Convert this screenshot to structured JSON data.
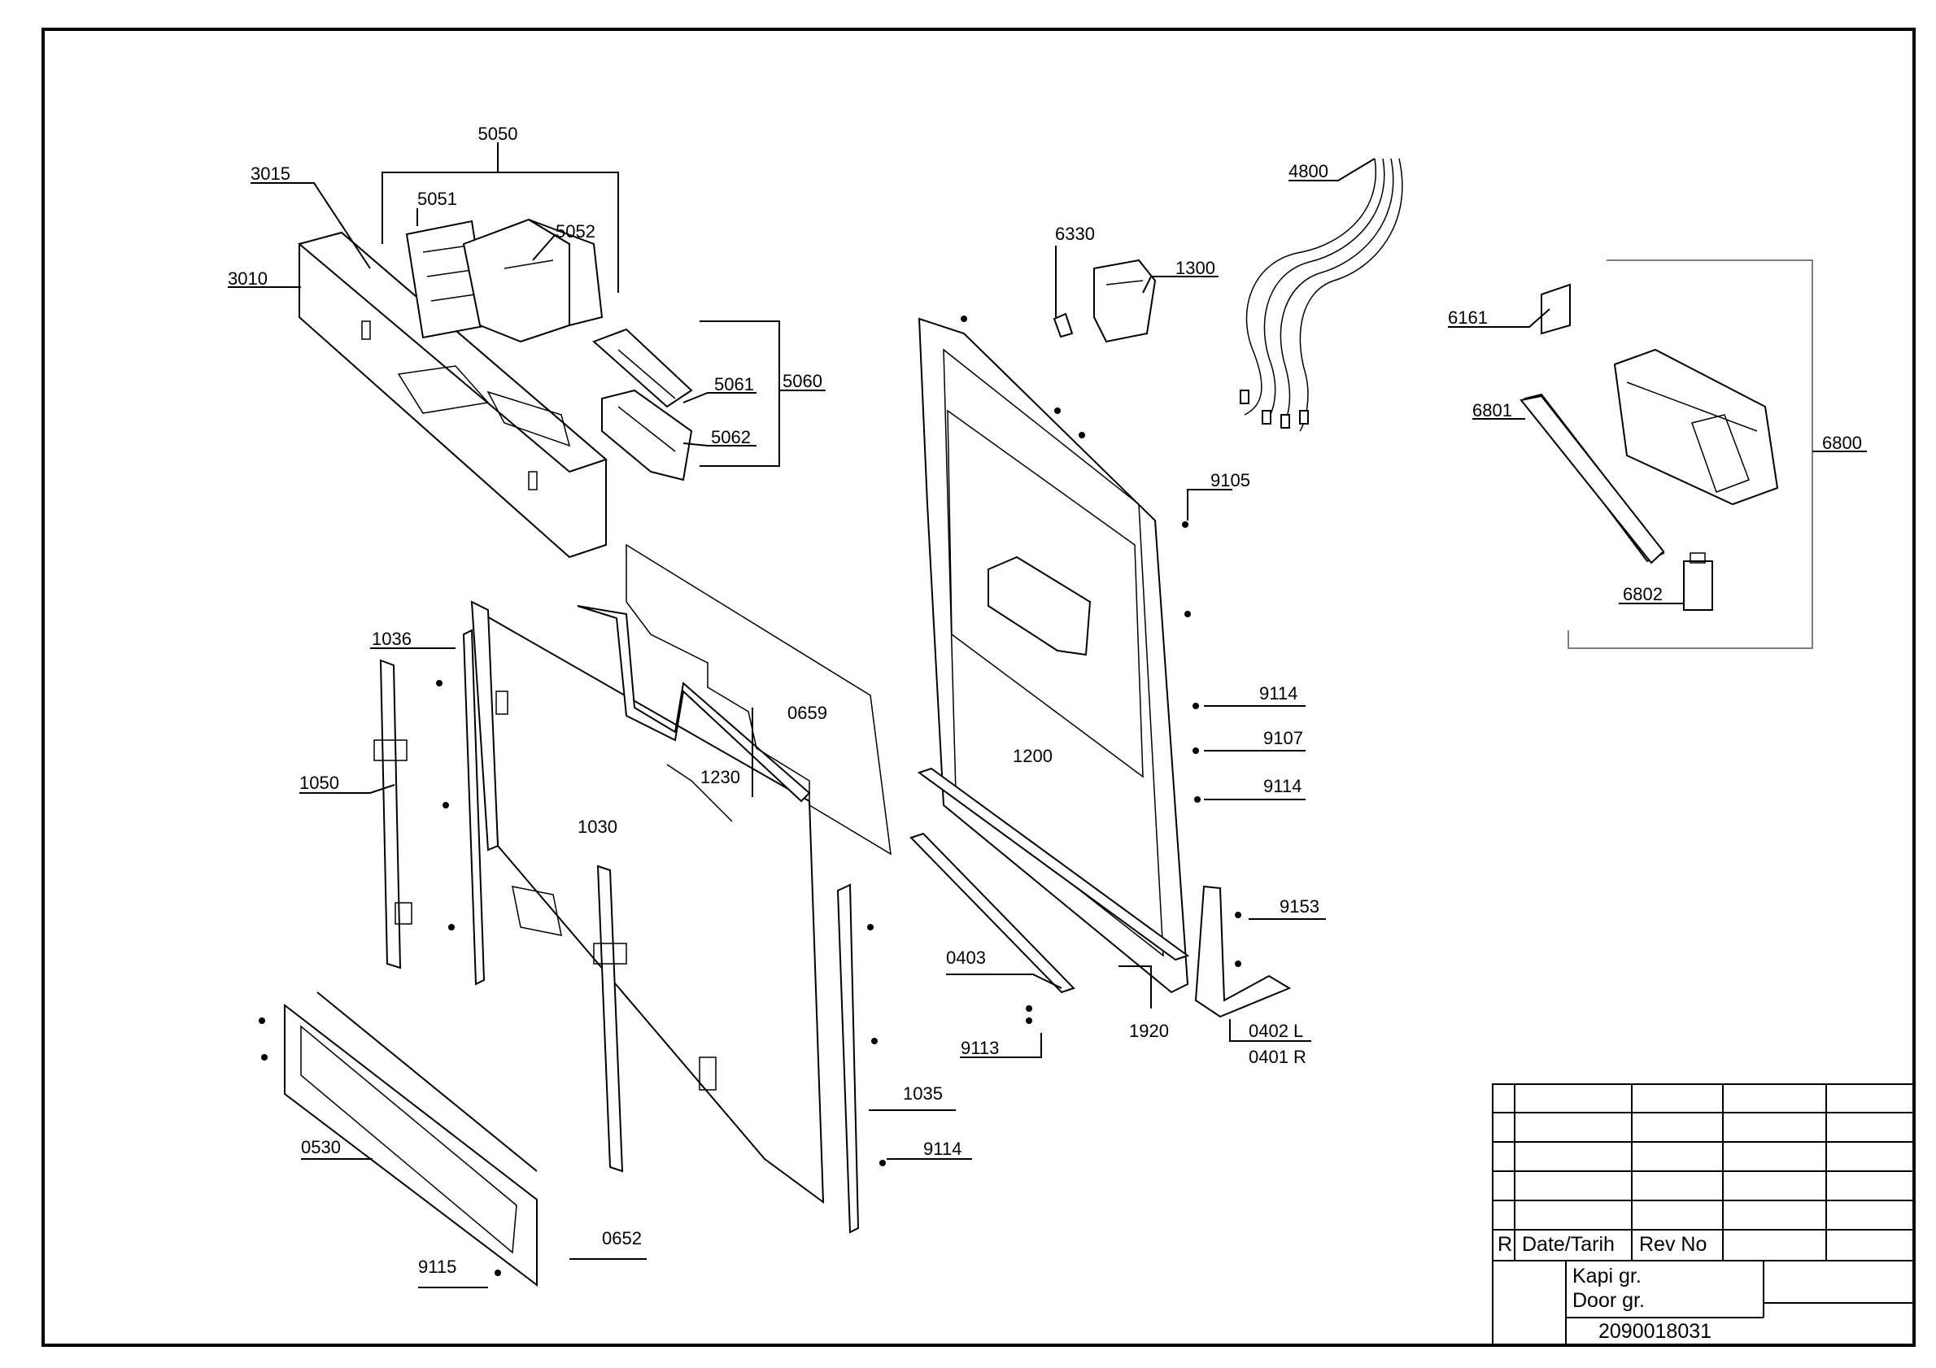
{
  "callouts": {
    "c5050": "5050",
    "c3015": "3015",
    "c5051": "5051",
    "c5052": "5052",
    "c3010": "3010",
    "c5061": "5061",
    "c5060": "5060",
    "c5062": "5062",
    "c6330": "6330",
    "c1300": "1300",
    "c4800": "4800",
    "c6161": "6161",
    "c6801": "6801",
    "c6800": "6800",
    "c6802": "6802",
    "c9105": "9105",
    "c1036": "1036",
    "c0659": "0659",
    "c1230": "1230",
    "c1200": "1200",
    "c9114a": "9114",
    "c9107": "9107",
    "c9114b": "9114",
    "c1050": "1050",
    "c1030": "1030",
    "c9153": "9153",
    "c0403": "0403",
    "c1920": "1920",
    "c0402": "0402 L",
    "c0401": "0401 R",
    "c9113": "9113",
    "c1035": "1035",
    "c0530": "0530",
    "c9114c": "9114",
    "c0652": "0652",
    "c9115": "9115"
  },
  "title_block": {
    "revision_letter": "R",
    "date_header": "Date/Tarih",
    "rev_header": "Rev No",
    "title_tr": "Kapi gr.",
    "title_en": "Door gr.",
    "drawing_number": "2090018031"
  },
  "colors": {
    "line": "#000000",
    "background": "#ffffff"
  }
}
